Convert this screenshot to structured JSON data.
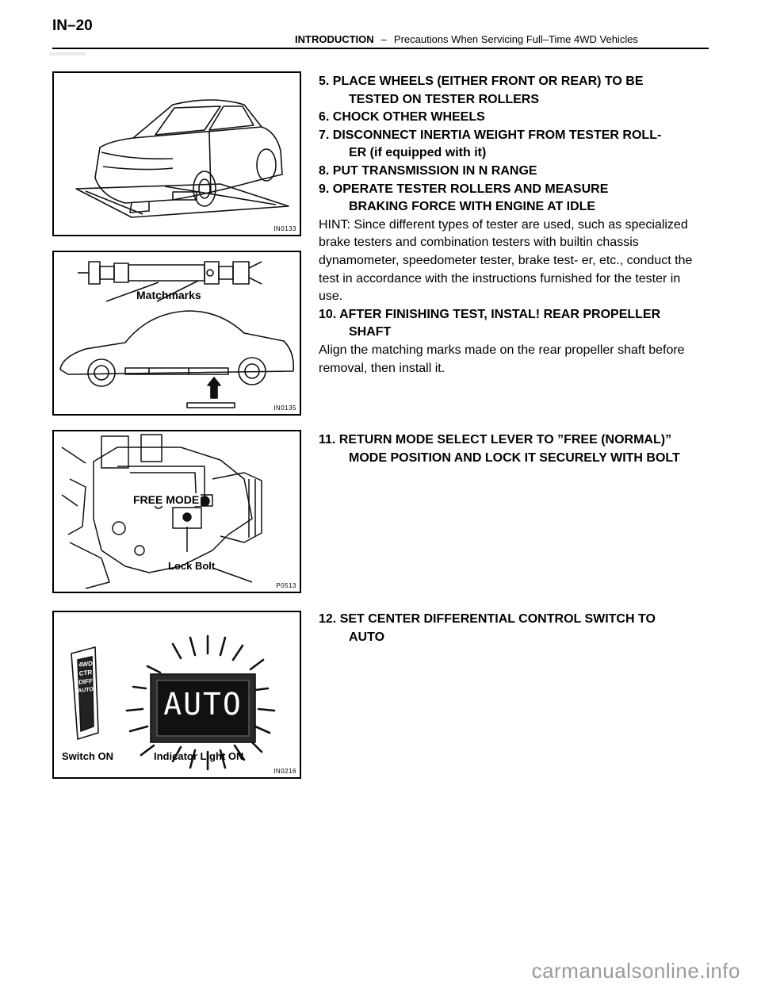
{
  "header": {
    "page_number": "IN–20",
    "section": "INTRODUCTION",
    "separator": "–",
    "subtitle": "Precautions When Servicing Full–Time 4WD Vehicles"
  },
  "figures": [
    {
      "code": "IN0133",
      "labels": []
    },
    {
      "code": "IN0135",
      "labels": [
        "Matchmarks"
      ]
    },
    {
      "code": "P0513",
      "labels": [
        "FREE MODE",
        "Lock Bolt"
      ]
    },
    {
      "code": "IN0216",
      "labels": [
        "Switch ON",
        "Indicator Light ON"
      ],
      "switch_text": [
        "4WD",
        "CTR",
        "DIFF",
        "AUTO"
      ],
      "indicator_text": "AUTO"
    }
  ],
  "steps": [
    {
      "line1": "5. PLACE WHEELS (EITHER FRONT OR REAR) TO BE",
      "line2": "TESTED ON TESTER ROLLERS"
    },
    {
      "line1": "6. CHOCK OTHER WHEELS"
    },
    {
      "line1": "7. DISCONNECT INERTIA WEIGHT FROM TESTER ROLL-",
      "line2": "ER (if equipped with it)"
    },
    {
      "line1": "8. PUT TRANSMISSION IN N RANGE"
    },
    {
      "line1": "9. OPERATE TESTER ROLLERS AND MEASURE",
      "line2": "BRAKING FORCE WITH ENGINE AT IDLE"
    },
    {
      "para": "HINT: Since different types of tester are used, such as specialized brake testers and combination testers with builtin chassis dynamometer, speedometer tester, brake test- er, etc., conduct the test in accordance with the instructions furnished for the tester in use."
    },
    {
      "line1": "10. AFTER FINISHING TEST, INSTAL! REAR PROPELLER",
      "line2": "SHAFT"
    },
    {
      "para": "Align the matching marks made on the rear propeller shaft before removal, then install it."
    },
    {
      "line1": "11. RETURN MODE SELECT LEVER TO ”FREE (NORMAL)”",
      "line2": "MODE POSITION AND LOCK IT SECURELY WITH BOLT"
    },
    {
      "line1": "12. SET CENTER DIFFERENTIAL CONTROL SWITCH TO",
      "line2": "AUTO"
    }
  ],
  "watermark": "carmanualsonline.info"
}
